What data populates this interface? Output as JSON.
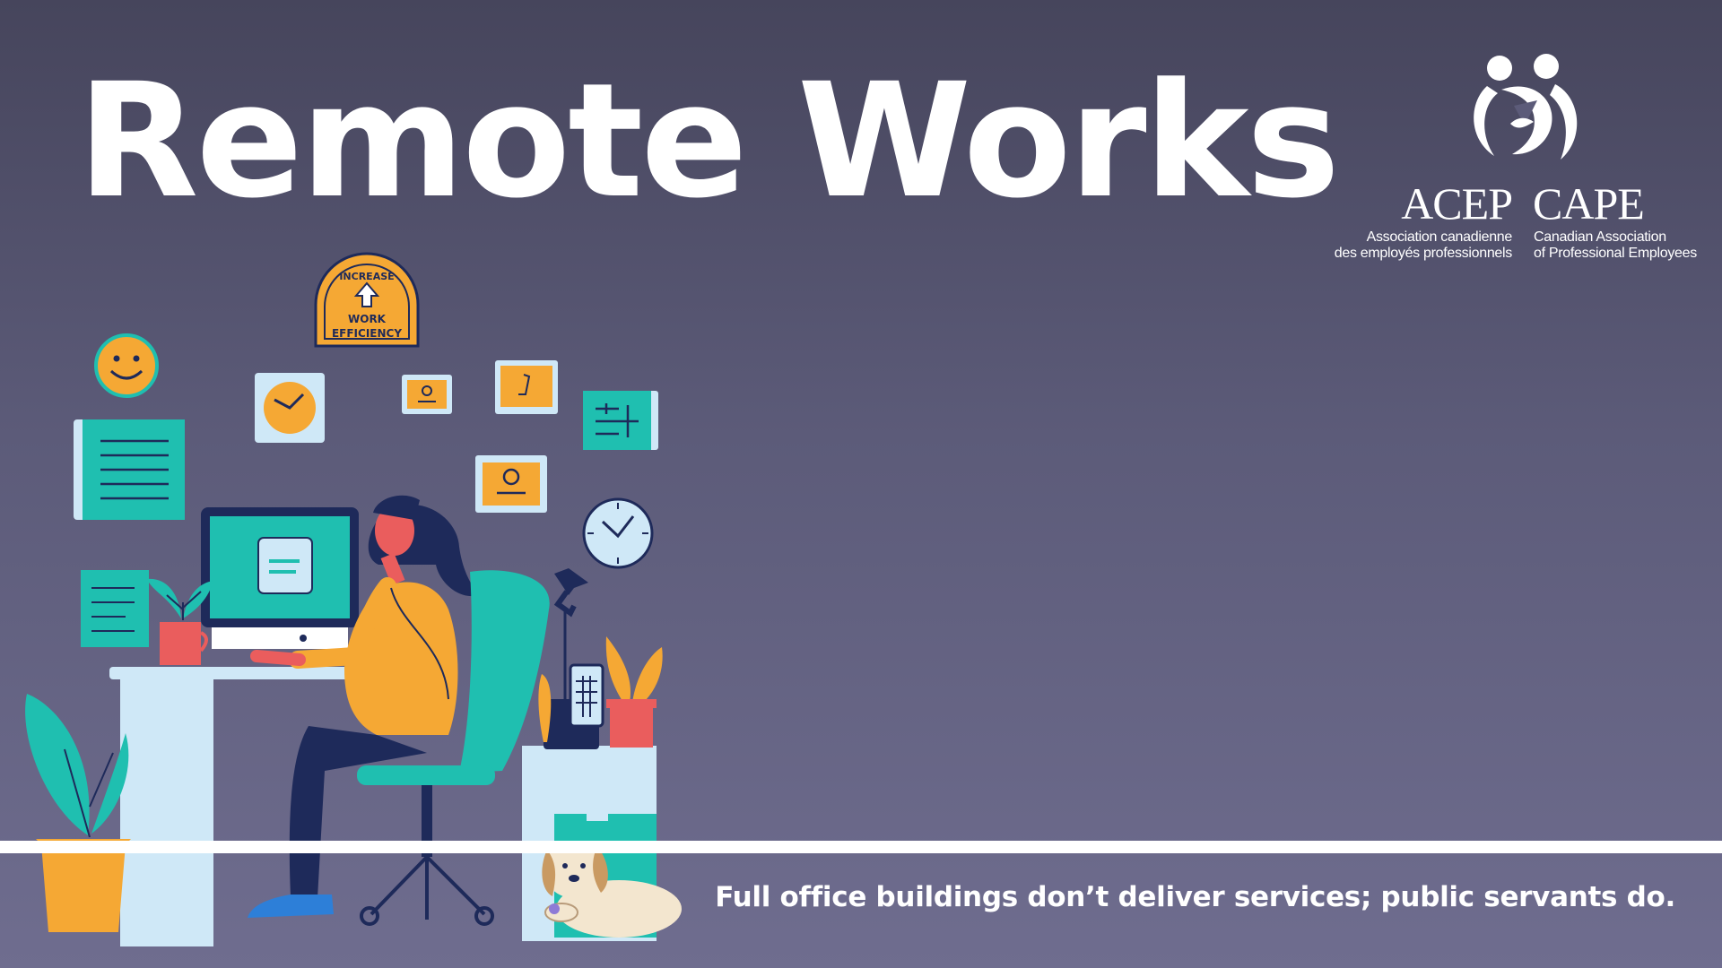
{
  "headline": "Remote Works",
  "tagline": "Full office buildings don’t deliver services; public servants do.",
  "logo": {
    "acronym_fr": "ACEP",
    "acronym_en": "CAPE",
    "name_fr_line1": "Association canadienne",
    "name_fr_line2": "des employés professionnels",
    "name_en_line1": "Canadian Association",
    "name_en_line2": "of Professional Employees"
  },
  "badge": {
    "line1": "INCREASE",
    "line2": "WORK",
    "line3": "EFFICIENCY"
  },
  "illustration_icons": [
    "smiley-icon",
    "clock-icon",
    "document-icon",
    "chart-icon",
    "profile-icon",
    "calendar-icon",
    "plant-icon",
    "desk-lamp-icon",
    "phone-icon",
    "dog-icon"
  ],
  "colors": {
    "background_top": "#46455c",
    "background_bottom": "#6f6d8f",
    "text": "#ffffff",
    "teal": "#1fbfb0",
    "orange": "#f5a834",
    "navy": "#1e2a5a",
    "light_blue": "#cfe8f7",
    "coral": "#ea5d5d"
  }
}
